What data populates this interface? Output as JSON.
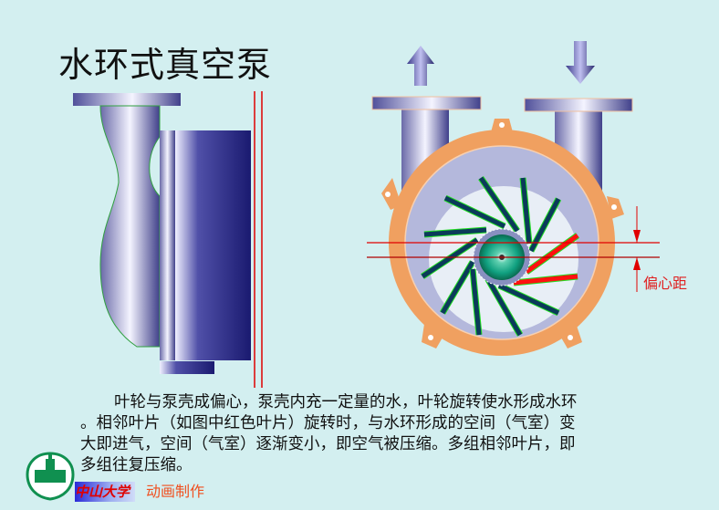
{
  "title": "水环式真空泵",
  "eccentricity_label": "偏心距",
  "description_lines": [
    "叶轮与泵壳成偏心，泵壳内充一定量的水，叶轮旋转使水形成水环",
    "。相邻叶片（如图中红色叶片）旋转时，与水环形成的空间（气室）变",
    "大即进气，空间（气室）逐渐变小，即空气被压缩。多组相邻叶片，即",
    "多组往复压缩。"
  ],
  "footer": {
    "university": "中山大学",
    "credit": "动画制作"
  },
  "colors": {
    "background": "#d3eff0",
    "casing": "#f0a060",
    "blade": "#0b3a5a",
    "active_blade": "#ff1010",
    "hub": "#10a080",
    "axis_line": "#e00000"
  },
  "icons": {
    "outlet": "arrow-up-icon",
    "inlet": "arrow-down-icon"
  }
}
